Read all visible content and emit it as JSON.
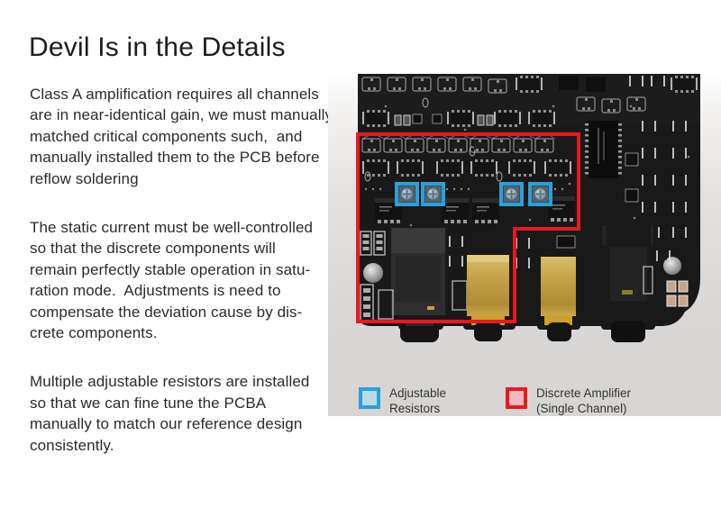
{
  "title": "Devil Is in the Details",
  "paragraphs": {
    "p1": "Class A amplification requires all channels\nare in near-identical gain, we must manually\nmatched critical components such,  and\nmanually installed them to the PCB before\nreflow soldering",
    "p2": "The static current must be well-controlled\nso that the discrete components will\nremain perfectly stable operation in satu-\nration mode.  Adjustments is need to\ncompensate the deviation cause by dis-\ncrete components.",
    "p3": "Multiple adjustable resistors are installed\nso that we can fine tune the PCBA\nmanually to match our reference design\nconsistently."
  },
  "legend": {
    "items": [
      {
        "label": "Adjustable\nResistors"
      },
      {
        "label": "Discrete Amplifier\n(Single Channel)"
      }
    ]
  },
  "annotations": {
    "adjustable_resistor_marker_count": 4,
    "discrete_amplifier_region": "step-shaped red outline over left half of PCB"
  },
  "colors": {
    "accent-blue": "#2b9fd8",
    "accent-blue-fill": "#b9dcec",
    "accent-red": "#e8191f",
    "accent-red-fill": "#f2b9bd"
  }
}
